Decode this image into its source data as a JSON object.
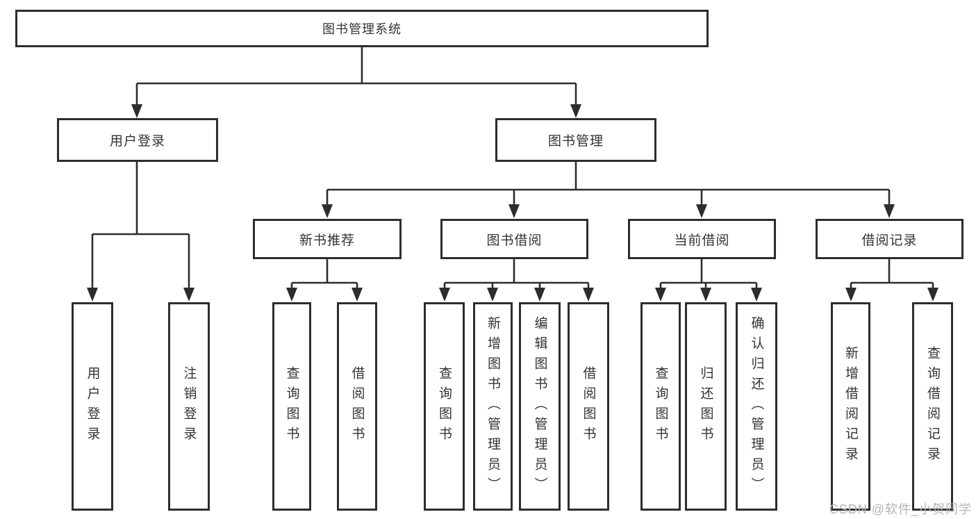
{
  "diagram": {
    "root": {
      "label": "图书管理系统"
    },
    "level1": [
      {
        "id": "user-login-branch",
        "label": "用户登录",
        "parent": "图书管理系统"
      },
      {
        "id": "book-management",
        "label": "图书管理",
        "parent": "图书管理系统"
      }
    ],
    "level2": [
      {
        "id": "new-book-recommendation",
        "label": "新书推荐",
        "parent": "图书管理"
      },
      {
        "id": "book-borrowing",
        "label": "图书借阅",
        "parent": "图书管理"
      },
      {
        "id": "current-borrowing",
        "label": "当前借阅",
        "parent": "图书管理"
      },
      {
        "id": "borrowing-records",
        "label": "借阅记录",
        "parent": "图书管理"
      }
    ],
    "level3": [
      {
        "id": "user-login-leaf",
        "label": "用户登录",
        "parent": "用户登录"
      },
      {
        "id": "logout-leaf",
        "label": "注销登录",
        "parent": "用户登录"
      },
      {
        "id": "query-books-recommend",
        "label": "查询图书",
        "parent": "新书推荐"
      },
      {
        "id": "borrow-books-recommend",
        "label": "借阅图书",
        "parent": "新书推荐"
      },
      {
        "id": "query-books-borrowing",
        "label": "查询图书",
        "parent": "图书借阅"
      },
      {
        "id": "add-books-admin",
        "label": "新增图书（管理员）",
        "parent": "图书借阅"
      },
      {
        "id": "edit-books-admin",
        "label": "编辑图书（管理员）",
        "parent": "图书借阅"
      },
      {
        "id": "borrow-books-borrowing",
        "label": "借阅图书",
        "parent": "图书借阅"
      },
      {
        "id": "query-books-current",
        "label": "查询图书",
        "parent": "当前借阅"
      },
      {
        "id": "return-books",
        "label": "归还图书",
        "parent": "当前借阅"
      },
      {
        "id": "confirm-return-admin",
        "label": "确认归还（管理员）",
        "parent": "当前借阅"
      },
      {
        "id": "add-borrow-record",
        "label": "新增借阅记录",
        "parent": "借阅记录"
      },
      {
        "id": "query-borrow-record",
        "label": "查询借阅记录",
        "parent": "借阅记录"
      }
    ]
  },
  "watermark": {
    "text": "CSDN @软件_小贺同学"
  },
  "colors": {
    "line": "#2d2d2d",
    "text": "#333333",
    "background": "#ffffff",
    "watermark": "#b5b5b5"
  }
}
